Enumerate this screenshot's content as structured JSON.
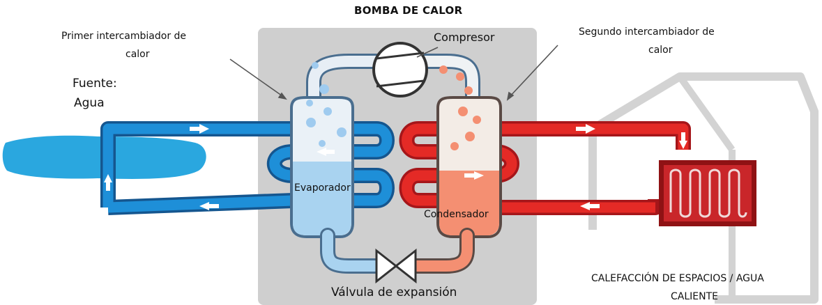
{
  "title": "BOMBA DE CALOR",
  "labels": {
    "primer_intercambiador_line1": "Primer intercambiador de",
    "primer_intercambiador_line2": "calor",
    "segundo_intercambiador_line1": "Segundo intercambiador de",
    "segundo_intercambiador_line2": "calor",
    "compresor": "Compresor",
    "fuente_line1": "Fuente:",
    "fuente_line2": "Agua",
    "evaporador": "Evaporador",
    "condensador": "Condensador",
    "valvula": "Válvula de expansión",
    "calefaccion_line1": "CALEFACCIÓN DE ESPACIOS / AGUA",
    "calefaccion_line2": "CALIENTE"
  },
  "colors": {
    "cold_loop": "#1e8fd8",
    "cold_light": "#bfe0f5",
    "hot_loop": "#e42a26",
    "hot_light": "#f48f72",
    "pump_box": "#cfcfcf",
    "house_outline": "#d3d3d3",
    "water_source": "#2aa7df"
  }
}
